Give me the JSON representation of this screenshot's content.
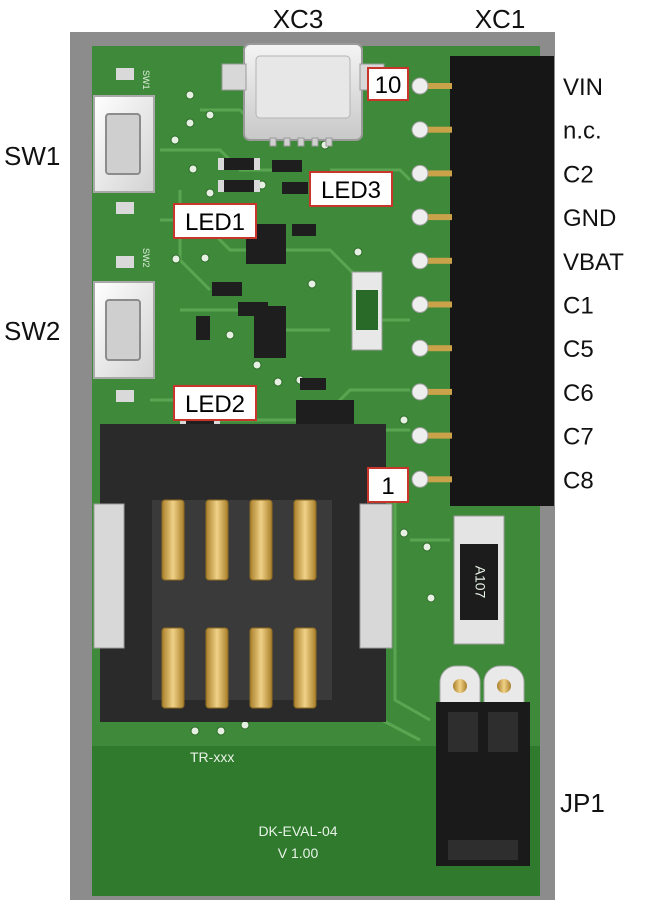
{
  "labels": {
    "xc3": "XC3",
    "xc1": "XC1",
    "sw1": "SW1",
    "sw2": "SW2",
    "led1": "LED1",
    "led2": "LED2",
    "led3": "LED3",
    "jp1": "JP1",
    "pin_top": "10",
    "pin_bottom": "1"
  },
  "pins": [
    "VIN",
    "n.c.",
    "C2",
    "GND",
    "VBAT",
    "C1",
    "C5",
    "C6",
    "C7",
    "C8"
  ],
  "silkscreen": {
    "tr": "TR-xxx",
    "board": "DK-EVAL-04",
    "version": "V 1.00",
    "resistor": "A107",
    "sw1": "SW1",
    "sw2": "SW2"
  },
  "colors": {
    "board": "#3f8a3a",
    "copper": "#57a24e",
    "frame": "#8c8c8c",
    "header": "#161616",
    "gold": "#c9a24a"
  }
}
